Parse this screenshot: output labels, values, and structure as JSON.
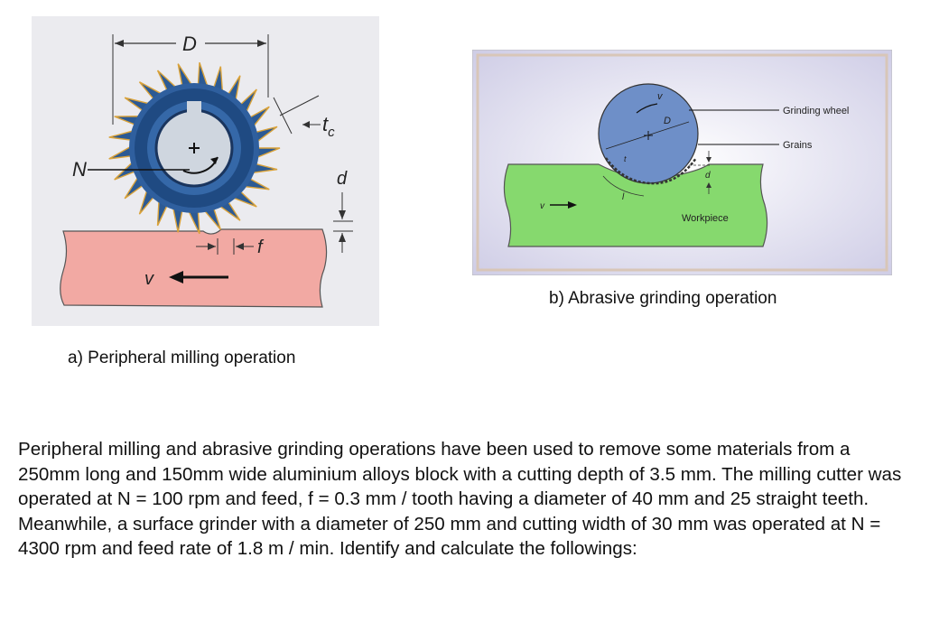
{
  "figure_a": {
    "labels": {
      "diameter": "D",
      "speed": "N",
      "chip_thickness": "t",
      "chip_thickness_sub": "c",
      "depth": "d",
      "feed": "f",
      "velocity": "v"
    },
    "caption": "a) Peripheral milling operation"
  },
  "figure_b": {
    "labels": {
      "velocity_wheel": "v",
      "diameter": "D",
      "grinding_wheel": "Grinding wheel",
      "grains": "Grains",
      "depth": "d",
      "chip": "t",
      "contact_length": "l",
      "velocity_work": "v",
      "workpiece": "Workpiece"
    },
    "caption": "b) Abrasive grinding operation"
  },
  "problem_text": "Peripheral milling and abrasive grinding operations have been used to remove some materials from a 250mm long and 150mm wide aluminium alloys block with a cutting depth of 3.5 mm. The milling cutter was operated at N = 100 rpm and feed, f = 0.3 mm / tooth having a diameter of 40 mm and 25 straight teeth. Meanwhile, a surface grinder with a diameter of 250 mm and cutting width of 30 mm was operated at N = 4300 rpm and feed rate of 1.8 m / min. Identify and calculate the followings:",
  "colors": {
    "workpiece_a": "#f2a9a3",
    "cutter_blue": "#2e5e9c",
    "cutter_dark": "#163a6a",
    "workpiece_b": "#86d96e",
    "wheel_b": "#6e8fc8"
  }
}
